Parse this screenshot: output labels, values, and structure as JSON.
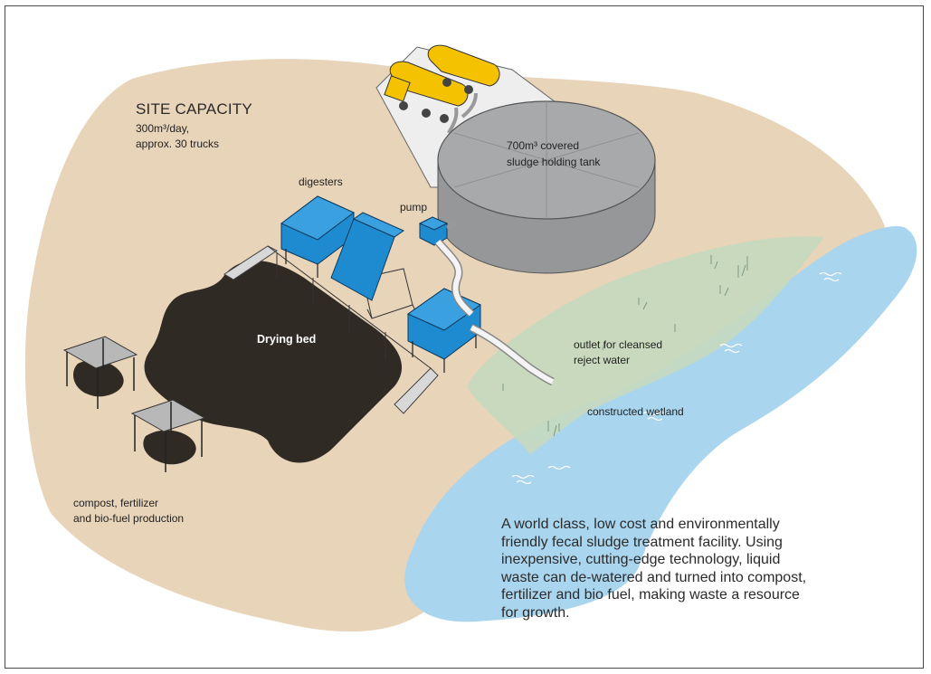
{
  "site_capacity": {
    "title": "SITE CAPACITY",
    "line1": "300m³/day,",
    "line2": "approx. 30 trucks"
  },
  "labels": {
    "digesters": "digesters",
    "pump": "pump",
    "tank_line1": "700m³ covered",
    "tank_line2": "sludge holding tank",
    "drying_bed": "Drying bed",
    "outlet_line1": "outlet for cleansed",
    "outlet_line2": "reject water",
    "wetland": "constructed wetland",
    "compost_line1": "compost, fertilizer",
    "compost_line2": "and bio-fuel production"
  },
  "description": {
    "lines": [
      "A world class, low cost and environmentally",
      "friendly fecal sludge treatment facility. Using",
      "inexpensive, cutting-edge technology, liquid",
      "waste can de-watered and turned into compost,",
      "fertilizer and bio fuel, making waste a resource",
      "for growth."
    ]
  },
  "colors": {
    "ground": "#e8d4b9",
    "water": "#a9d5ee",
    "wetland": "#c5d9be",
    "sludge": "#2f2a24",
    "digester": "#1e8ad0",
    "truck": "#f5c200",
    "tank": "#a7a9ab"
  }
}
